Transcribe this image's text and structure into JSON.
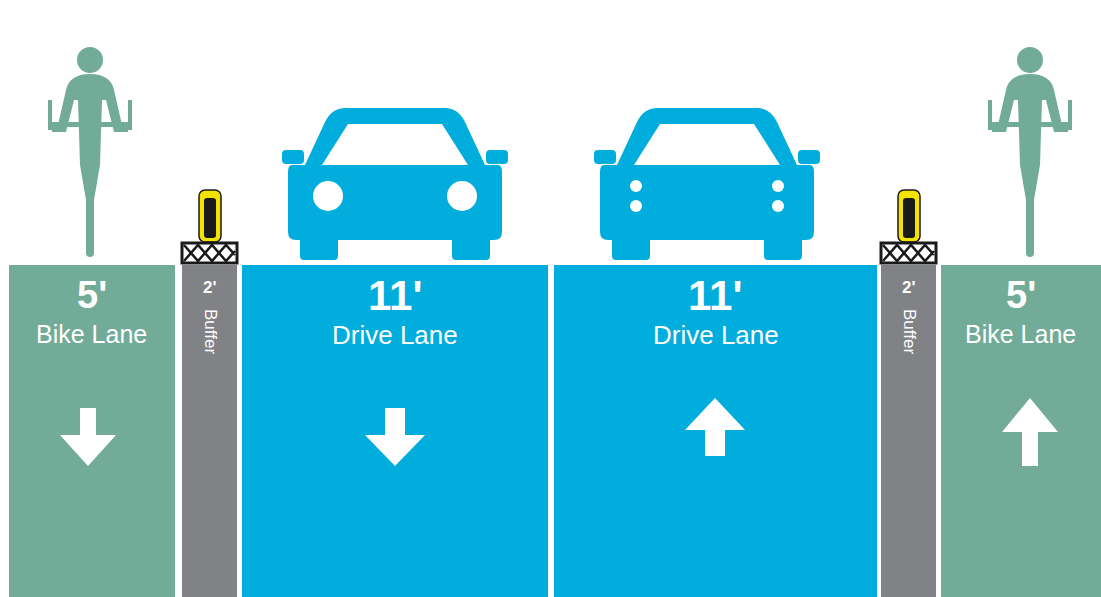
{
  "diagram": {
    "nodes": [
      {
        "text": [
          "5'",
          "Bike Lane"
        ]
      },
      {
        "text": [
          "2'",
          "Buffer"
        ]
      },
      {
        "text": [
          "11'",
          "Drive Lane"
        ]
      },
      {
        "text": [
          "11'",
          "Drive Lane"
        ]
      },
      {
        "text": [
          "2'",
          "Buffer"
        ]
      },
      {
        "text": [
          "5'",
          "Bike Lane"
        ]
      }
    ]
  }
}
